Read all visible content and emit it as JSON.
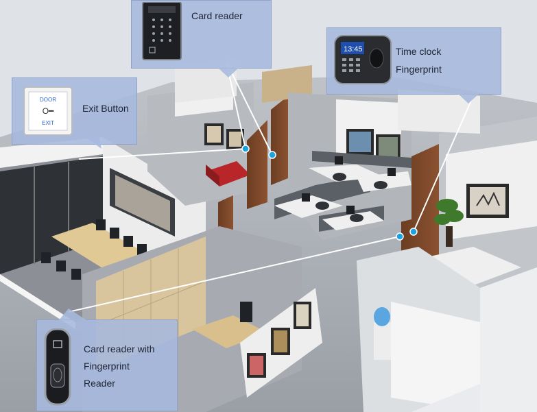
{
  "callouts": {
    "card_reader": {
      "label": "Card reader"
    },
    "time_clock": {
      "line1": "Time clock",
      "line2": "Fingerprint",
      "screen_time": "13:45"
    },
    "exit_button": {
      "label": "Exit Button",
      "plate_top": "DOOR",
      "plate_bottom": "EXIT"
    },
    "card_reader_fp": {
      "line1": "Card reader with",
      "line2": "Fingerprint",
      "line3": "Reader"
    }
  },
  "colors": {
    "callout_fill": "#a6b8de",
    "connector": "#ffffff",
    "device_dot": "#1aa3e0",
    "accent_tag": "#2b63c9"
  },
  "icons": [
    "card-reader-device",
    "time-clock-device",
    "exit-button-device",
    "card-reader-fingerprint-device"
  ]
}
